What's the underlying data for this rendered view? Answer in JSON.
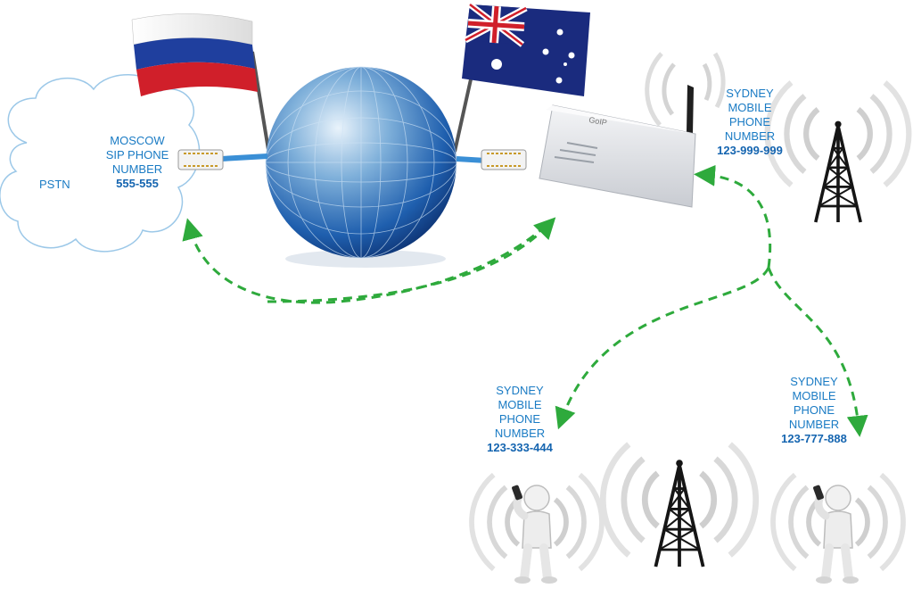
{
  "pstn_label": "PSTN",
  "moscow": {
    "lines": [
      "MOSCOW",
      "SIP PHONE",
      "NUMBER"
    ],
    "number": "555-555"
  },
  "sydney_gateway": {
    "lines": [
      "SYDNEY",
      "MOBILE",
      "PHONE",
      "NUMBER"
    ],
    "number": "123-999-999"
  },
  "sydney_left": {
    "lines": [
      "SYDNEY",
      "MOBILE",
      "PHONE",
      "NUMBER"
    ],
    "number": "123-333-444"
  },
  "sydney_right": {
    "lines": [
      "SYDNEY",
      "MOBILE",
      "PHONE",
      "NUMBER"
    ],
    "number": "123-777-888"
  },
  "device_brand": "GoIP",
  "colors": {
    "label_blue": "#1a7bc4",
    "arrow_green": "#2eaa3c",
    "globe_blue": "#1a5fb0"
  },
  "icons": [
    "cloud-icon",
    "russia-flag-icon",
    "australia-flag-icon",
    "globe-icon",
    "ethernet-cable-icon",
    "goip-gateway-icon",
    "cell-tower-icon",
    "person-phone-icon",
    "radio-wave-icon"
  ]
}
